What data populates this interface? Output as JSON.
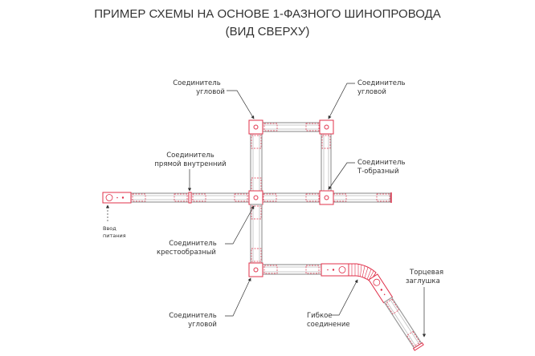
{
  "title": "ПРИМЕР СХЕМЫ НА ОСНОВЕ 1-ФАЗНОГО ШИНОПРОВОДА",
  "subtitle": "(ВИД СВЕРХУ)",
  "labels": {
    "corner_top_left": [
      "Соединитель",
      "угловой"
    ],
    "corner_top_right": [
      "Соединитель",
      "угловой"
    ],
    "straight_inner": [
      "Соединитель",
      "прямой внутренний"
    ],
    "t_shaped": [
      "Соединитель",
      "Т-образный"
    ],
    "power_input": [
      "Ввод",
      "питания"
    ],
    "cross": [
      "Соединитель",
      "крестообразный"
    ],
    "end_cap": [
      "Торцевая",
      "заглушка"
    ],
    "corner_bottom": [
      "Соединитель",
      "угловой"
    ],
    "flexible": [
      "Гибкое",
      "соединение"
    ]
  },
  "colors": {
    "accent": "#e0304a",
    "rail": "#999999"
  }
}
